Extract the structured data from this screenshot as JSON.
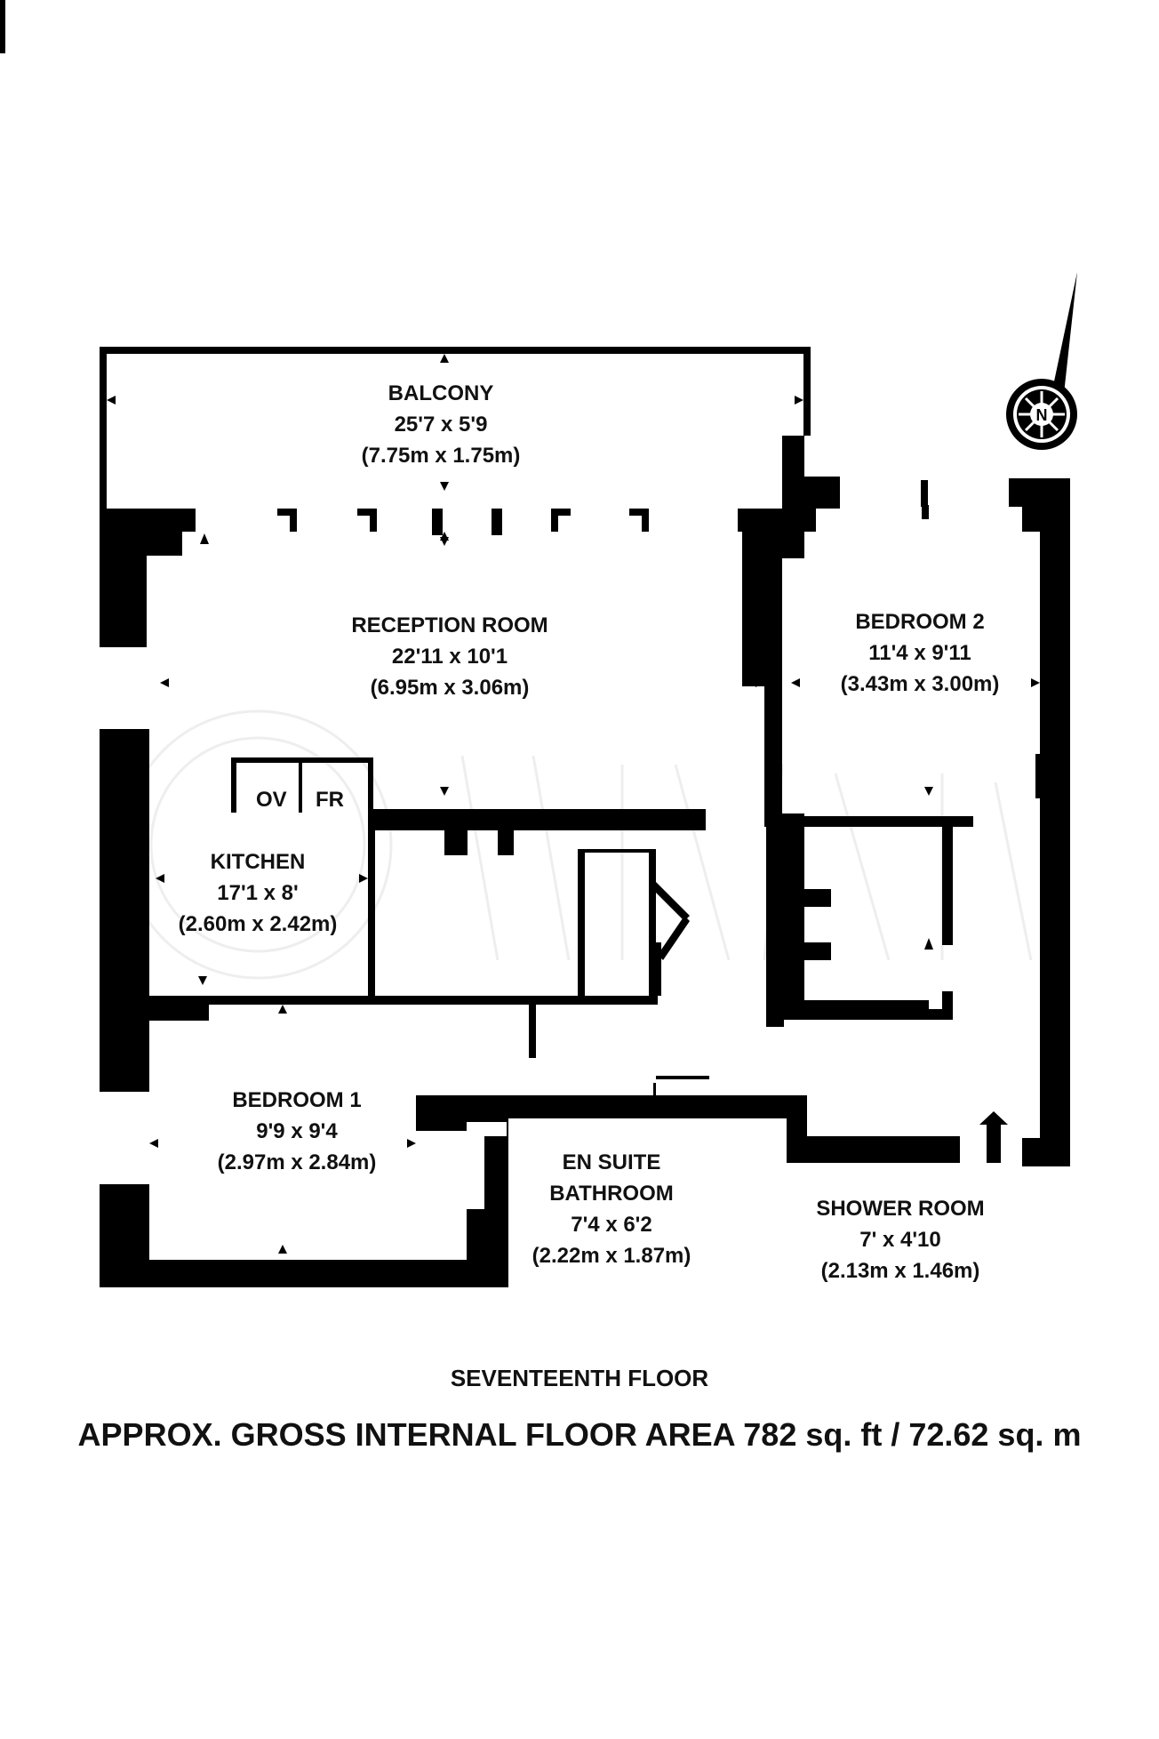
{
  "plan": {
    "rooms": [
      {
        "id": "balcony",
        "name": "BALCONY",
        "imperial": "25'7 x 5'9",
        "metric": "(7.75m x 1.75m)"
      },
      {
        "id": "reception",
        "name": "RECEPTION ROOM",
        "imperial": "22'11 x 10'1",
        "metric": "(6.95m x 3.06m)"
      },
      {
        "id": "bedroom2",
        "name": "BEDROOM 2",
        "imperial": "11'4 x 9'11",
        "metric": "(3.43m x 3.00m)"
      },
      {
        "id": "kitchen",
        "name": "KITCHEN",
        "imperial": "17'1 x 8'",
        "metric": "(2.60m x 2.42m)"
      },
      {
        "id": "bedroom1",
        "name": "BEDROOM 1",
        "imperial": "9'9 x 9'4",
        "metric": "(2.97m x 2.84m)"
      },
      {
        "id": "ensuite",
        "name": "EN SUITE",
        "name2": "BATHROOM",
        "imperial": "7'4 x 6'2",
        "metric": "(2.22m x 1.87m)"
      },
      {
        "id": "shower",
        "name": "SHOWER ROOM",
        "imperial": "7' x 4'10",
        "metric": "(2.13m x 1.46m)"
      }
    ],
    "fixtures": {
      "oven": "OV",
      "fridge": "FR"
    },
    "compass": {
      "label": "N",
      "icon": "north-arrow-icon"
    },
    "floor_name": "SEVENTEENTH FLOOR",
    "area_note": "APPROX. GROSS INTERNAL FLOOR AREA 782 sq. ft / 72.62 sq. m",
    "colors": {
      "wall": "#000000",
      "background": "#ffffff",
      "text": "#111111",
      "watermark": "#eeeeee"
    }
  }
}
